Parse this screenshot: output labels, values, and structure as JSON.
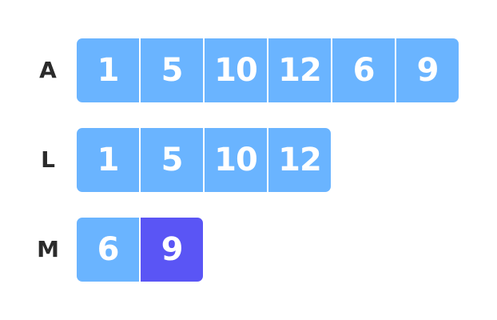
{
  "arrays": [
    {
      "label": "A",
      "values": [
        "1",
        "5",
        "10",
        "12",
        "6",
        "9"
      ]
    },
    {
      "label": "L",
      "values": [
        "1",
        "5",
        "10",
        "12"
      ]
    },
    {
      "label": "M",
      "values": [
        "6",
        "9"
      ],
      "highlighted_index": 1
    }
  ],
  "colors": {
    "cell": "#6ab4ff",
    "highlight": "#5a55f5",
    "label": "#2b2b2b"
  }
}
